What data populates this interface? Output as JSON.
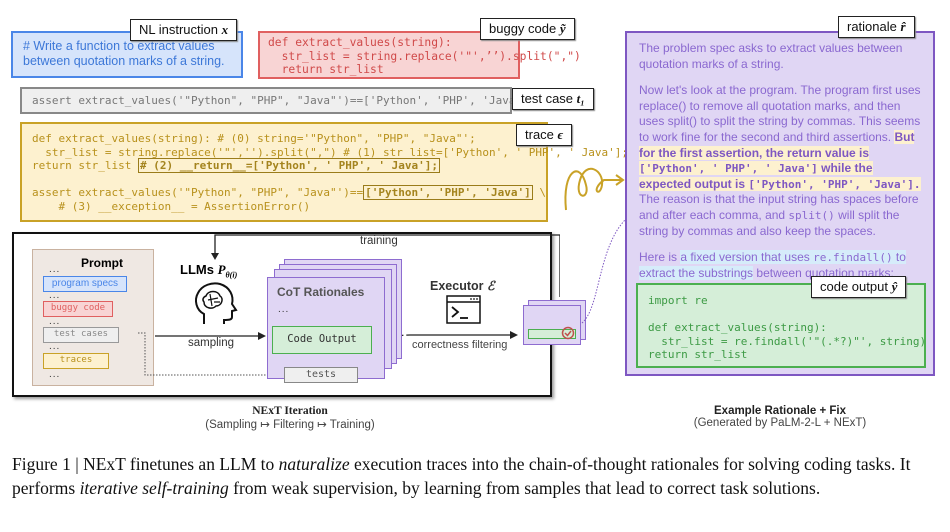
{
  "nl_instruction": {
    "tag": "NL instruction",
    "tag_symbol": "x",
    "text": "# Write a function to extract values between quotation marks of a string."
  },
  "buggy_code": {
    "tag": "buggy code",
    "tag_symbol": "ỹ",
    "lines": [
      "def extract_values(string):",
      "  str_list = string.replace('\"',’’).split(\",\")",
      "  return str_list"
    ]
  },
  "test_case": {
    "tag": "test case",
    "tag_symbol": "t₁",
    "text": "assert extract_values('\"Python\", \"PHP\", \"Java\"')==['Python', 'PHP', 'Java']"
  },
  "trace": {
    "tag": "trace",
    "tag_symbol": "ϵ",
    "line1": "def extract_values(string): # (0) string='\"Python\", \"PHP\", \"Java\"';",
    "line2": "  str_list = string.replace('\"','').split(\",\") # (1) str_list=['Python', ' PHP', ' Java'];",
    "line3_prefix": "return str_list ",
    "line3_hl": "# (2) __return__=['Python', ' PHP', ' Java'];",
    "line5_prefix": "assert extract_values('\"Python\", \"PHP\", \"Java\"')==",
    "line5_hl": "['Python', 'PHP', 'Java']",
    "line5_suffix": " \\",
    "line6": "    # (3) __exception__ = AssertionError()"
  },
  "diagram": {
    "prompt_title": "Prompt",
    "ellipsis": "...",
    "prompt_items": [
      {
        "label": "program specs",
        "color": "#4a86e8"
      },
      {
        "label": "buggy code",
        "color": "#e06060"
      },
      {
        "label": "test cases",
        "color": "#999999"
      },
      {
        "label": "traces",
        "color": "#c9a227"
      }
    ],
    "llm_label": "LLMs",
    "llm_symbol": "P",
    "llm_subscript": "θ(i)",
    "sampling_label": "sampling",
    "training_label": "training",
    "cot_title": "CoT Rationales",
    "cot_code_label": "Code Output",
    "executor_label": "Executor",
    "executor_symbol": "ℰ",
    "filter_label": "correctness filtering",
    "tests_label": "tests"
  },
  "rationale": {
    "tag": "rationale",
    "tag_symbol": "r̂",
    "p1": "The problem spec asks to extract values between quotation marks of a string.",
    "p2_a": "Now let's look at the program. The program first uses replace() to remove all quotation marks, and then uses split() to split the string by commas. This seems to work fine for the second and third assertions. ",
    "p2_b1": "But for the first assertion, the return value is ",
    "p2_b2": "['Python', ' PHP', ' Java']",
    "p2_b3": " while the expected output is ",
    "p2_b4": "['Python', 'PHP', 'Java'].",
    "p2_c1": " The reason is that the input string has spaces before and after each comma, and ",
    "p2_c2": "split()",
    "p2_c3": " will split the string by commas and also keep the spaces.",
    "p3_a": "Here is ",
    "p3_b": "a fixed version that uses ",
    "p3_c": "re.findall()",
    "p3_d": " to extract the substrings",
    "p3_e": " between quotation marks:"
  },
  "code_output": {
    "tag": "code output",
    "tag_symbol": "ŷ",
    "lines": [
      "import re",
      "",
      "def extract_values(string):",
      "  str_list = re.findall('\"(.*?)\"', string)",
      "return str_list"
    ]
  },
  "captions": {
    "left_title": "NExT Iteration",
    "left_sub": "(Sampling ↦ Filtering ↦ Training)",
    "right_title": "Example Rationale + Fix",
    "right_sub": "(Generated by PaLM-2-L + NExT)",
    "figure_label": "Figure 1 | ",
    "fig_a": "NExT finetunes an LLM to ",
    "fig_b": "naturalize",
    "fig_c": " execution traces into the chain-of-thought rationales for solving coding tasks. It performs ",
    "fig_d": "iterative self-training",
    "fig_e": " from weak supervision, by learning from samples that lead to correct task solutions."
  }
}
